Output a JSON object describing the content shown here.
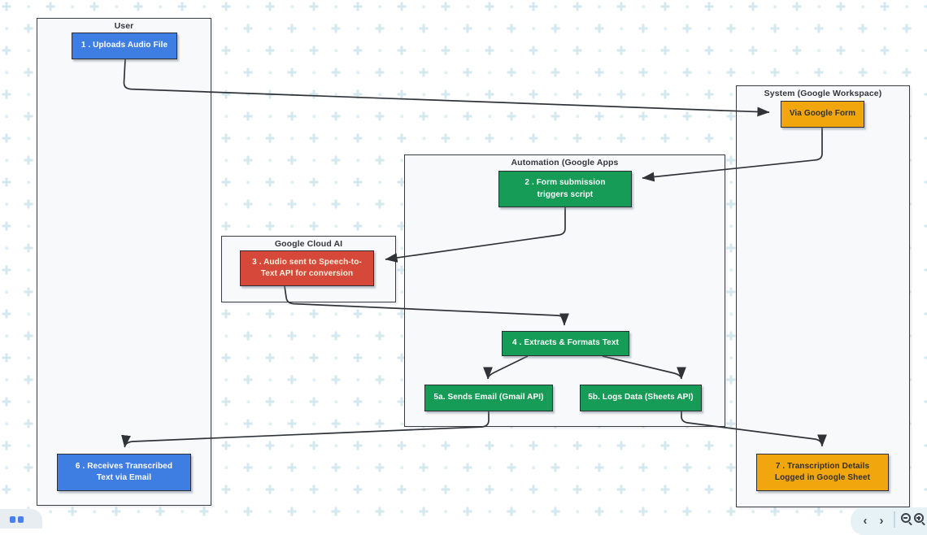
{
  "palette": {
    "blue": "#3e7de1",
    "green": "#169c56",
    "red": "#d6493a",
    "orange": "#f2a60d",
    "node_border": "#2b2e33",
    "edge_line": "#2f3338",
    "container_fill": "#f8f9fb",
    "text_on_dark": "#ffffff",
    "text_on_red": "#ffeedd",
    "text_on_orange": "#33302a",
    "pattern_plus": "#d4e9ef",
    "pattern_dot": "#dff0f5"
  },
  "diagram": {
    "containers": {
      "user": {
        "label": "User"
      },
      "system": {
        "label": "System (Google Workspace)"
      },
      "automation": {
        "label": "Automation (Google Apps"
      },
      "cloud_ai": {
        "label": "Google Cloud AI"
      }
    },
    "nodes": {
      "n1": {
        "label": "1 . Uploads Audio File",
        "color": "blue"
      },
      "via_form": {
        "label": "Via Google Form",
        "color": "orange"
      },
      "n2": {
        "label": "2 . Form submission\ntriggers script",
        "color": "green"
      },
      "n3": {
        "label": "3 . Audio sent to Speech-to-\nText API for conversion",
        "color": "red"
      },
      "n4": {
        "label": "4 . Extracts & Formats Text",
        "color": "green"
      },
      "n5a": {
        "label": "5a. Sends Email (Gmail API)",
        "color": "green"
      },
      "n5b": {
        "label": "5b. Logs Data (Sheets API)",
        "color": "green"
      },
      "n6": {
        "label": "6 . Receives Transcribed\nText via Email",
        "color": "blue"
      },
      "n7": {
        "label": "7 . Transcription Details\nLogged in Google Sheet",
        "color": "orange"
      }
    },
    "edges": [
      {
        "from": "n1",
        "to": "via_form"
      },
      {
        "from": "via_form",
        "to": "n2"
      },
      {
        "from": "n2",
        "to": "n3"
      },
      {
        "from": "n3",
        "to": "n4"
      },
      {
        "from": "n4",
        "to": "n5a"
      },
      {
        "from": "n4",
        "to": "n5b"
      },
      {
        "from": "n5a",
        "to": "n6"
      },
      {
        "from": "n5b",
        "to": "n7"
      }
    ]
  },
  "toolbars": {
    "bottom_right_icons": [
      "chevron-left",
      "chevron-right",
      "zoom-out",
      "zoom-in"
    ],
    "bottom_left": "partial-blue-glyphs"
  }
}
